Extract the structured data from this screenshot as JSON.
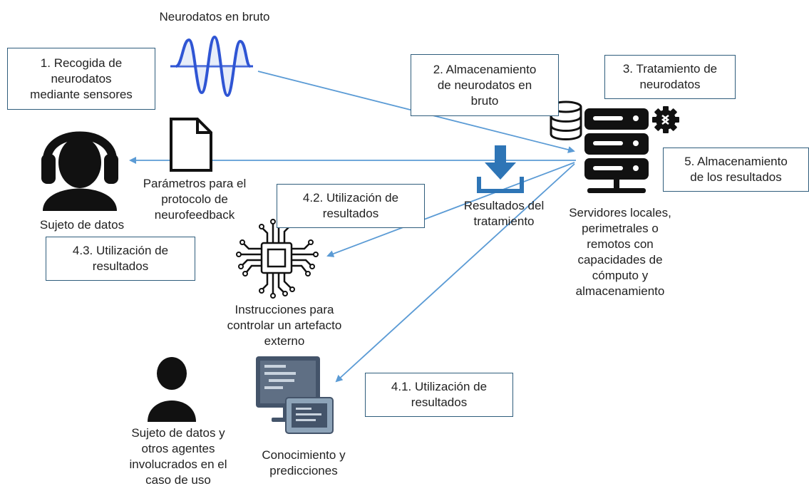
{
  "labels": {
    "raw_neurodata": "Neurodatos en bruto",
    "data_subject": "Sujeto de datos",
    "neurofeedback_params": "Parámetros para el\nprotocolo de\nneurofeedback",
    "processing_results": "Resultados del\ntratamiento",
    "servers": "Servidores locales,\nperimetrales o\nremotos con\ncapacidades de\ncómputo y\nalmacenamiento",
    "artifact_instructions": "Instrucciones para\ncontrolar un artefacto\nexterno",
    "knowledge_predictions": "Conocimiento y\npredicciones",
    "subject_and_agents": "Sujeto de datos y\notros agentes\ninvolucrados en el\ncaso de uso"
  },
  "boxes": {
    "step1": "1. Recogida de\nneurodatos\nmediante sensores",
    "step2": "2. Almacenamiento\nde neurodatos en\nbruto",
    "step3": "3. Tratamiento de\nneurodatos",
    "step5": "5. Almacenamiento\nde los resultados",
    "step42": "4.2. Utilización de\nresultados",
    "step43": "4.3. Utilización de\nresultados",
    "step41": "4.1. Utilización de\nresultados"
  },
  "colors": {
    "arrow": "#5b9bd5",
    "box_border": "#2f5d7c",
    "icon_dark": "#111111",
    "wave": "#2f55d4",
    "download": "#2e75b6",
    "monitor": "#44546a"
  },
  "icons": [
    "headphones-person-icon",
    "waveform-icon",
    "document-icon",
    "database-icon",
    "server-icon",
    "gear-icon",
    "download-icon",
    "chip-icon",
    "person-icon",
    "monitor-icon"
  ]
}
